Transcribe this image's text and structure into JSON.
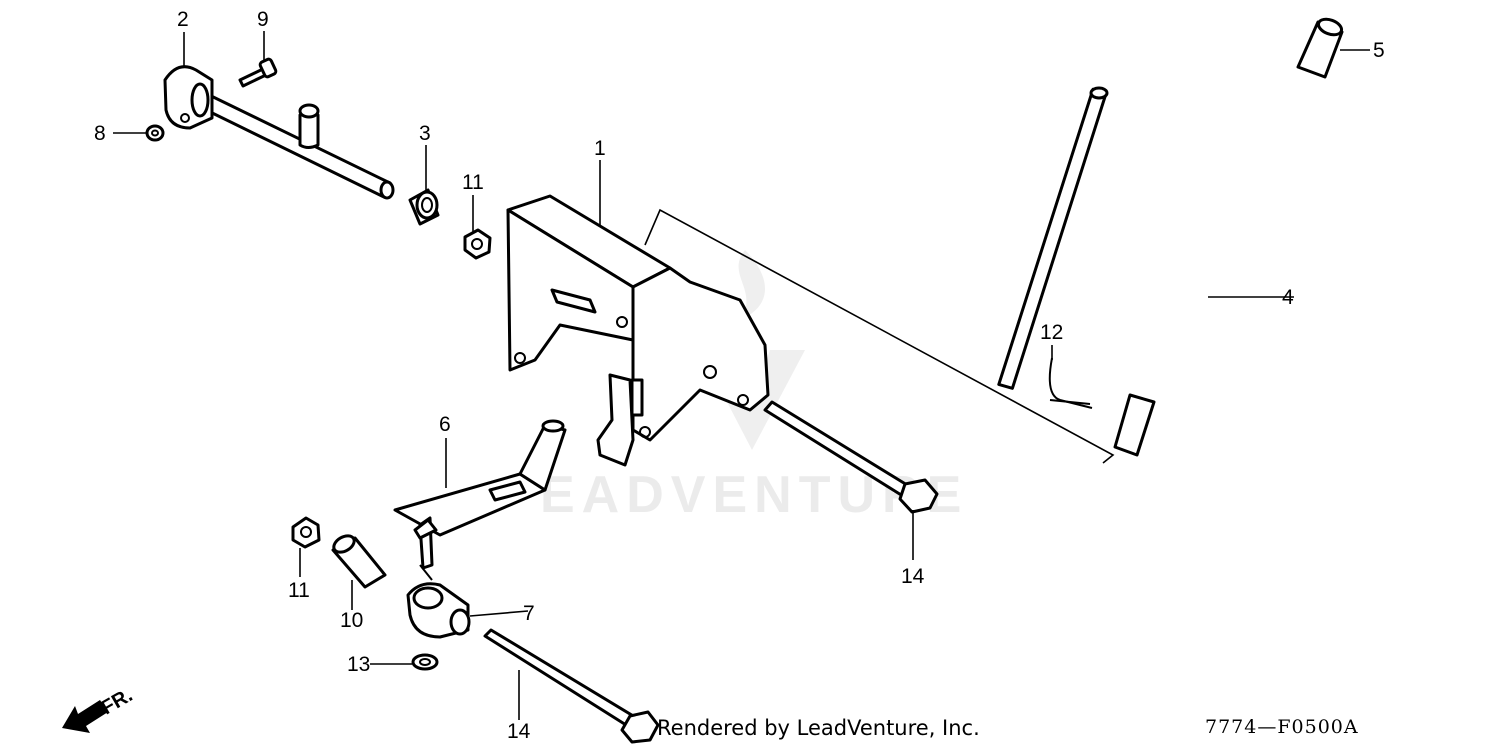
{
  "watermark": {
    "text": "EADVENTURE"
  },
  "callouts": {
    "c1": "1",
    "c2": "2",
    "c3": "3",
    "c4": "4",
    "c5": "5",
    "c6": "6",
    "c7": "7",
    "c8": "8",
    "c9": "9",
    "c10": "10",
    "c11a": "11",
    "c11b": "11",
    "c12": "12",
    "c13": "13",
    "c14a": "14",
    "c14b": "14"
  },
  "direction_marker": {
    "label": "FR.",
    "icon": "front-direction-arrow-icon"
  },
  "footer": {
    "rendered_by": "Rendered by LeadVenture, Inc.",
    "diagram_code": "7774—F0500A"
  }
}
